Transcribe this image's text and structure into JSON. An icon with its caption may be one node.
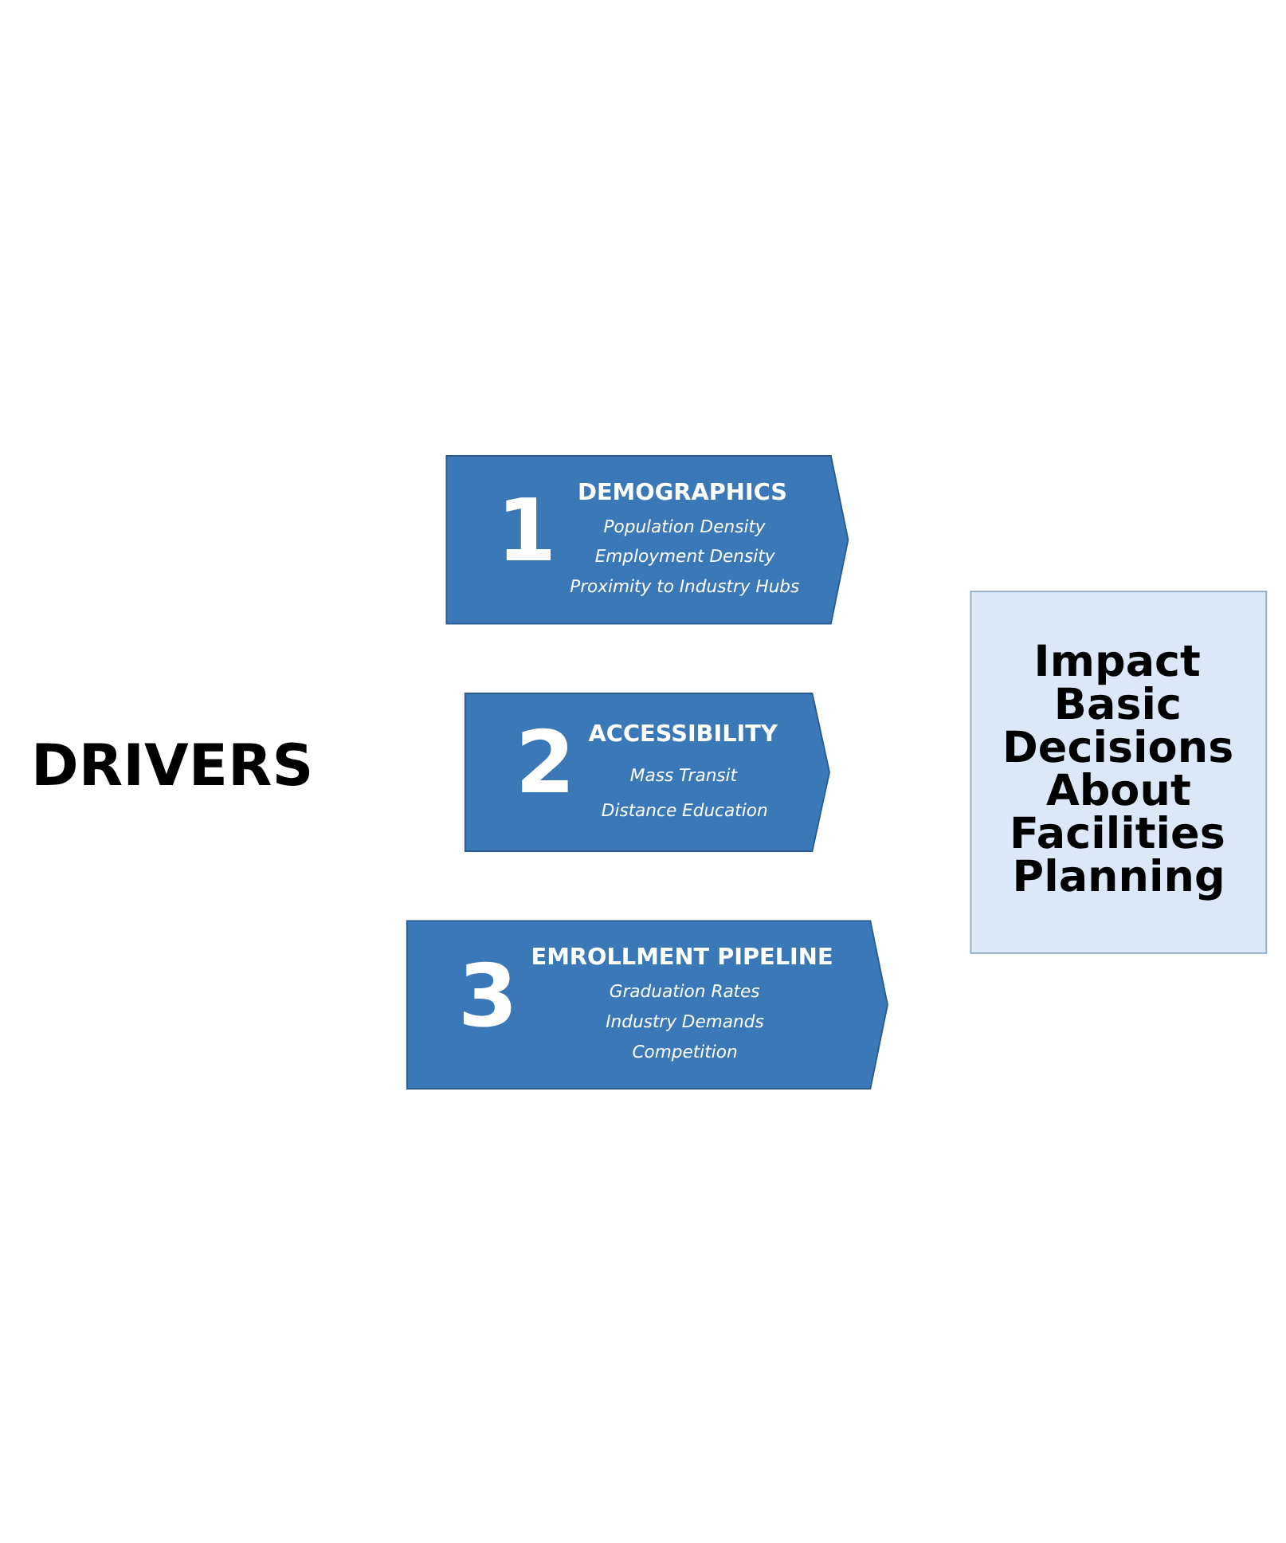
{
  "diagram": {
    "nodes": [
      {
        "text": [
          "1",
          "DEMOGRAPHICS",
          "Population Density",
          "Employment Density",
          "Proximity to Industry Hubs"
        ]
      },
      {
        "text": [
          "2",
          "ACCESSIBILITY",
          "Mass Transit",
          "Distance Education"
        ]
      },
      {
        "text": [
          "3",
          "EMROLLMENT PIPELINE",
          "Graduation Rates",
          "Industry Demands",
          "Competition"
        ]
      },
      {
        "text": [
          "Impact Basic Decisions About Facilities Planning"
        ]
      }
    ],
    "labels": [
      "DRIVERS"
    ]
  }
}
